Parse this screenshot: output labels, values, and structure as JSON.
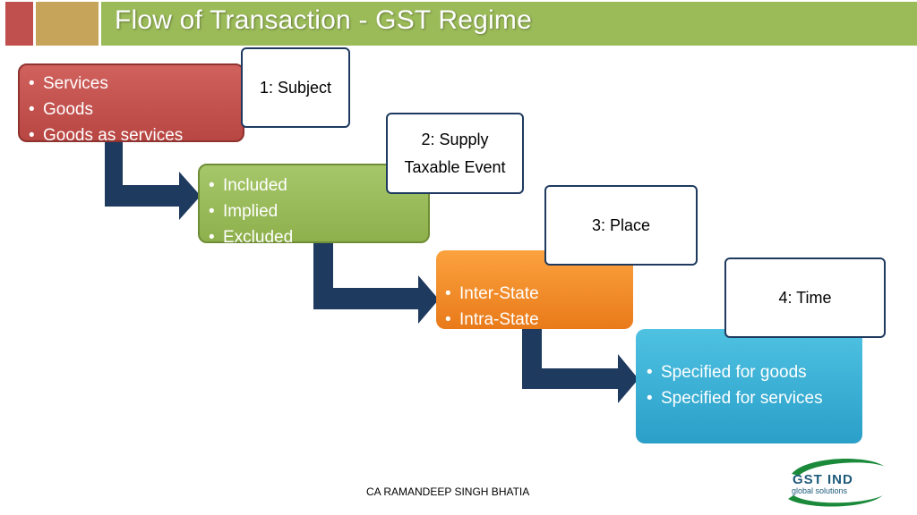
{
  "header": {
    "title": "Flow of Transaction -  GST Regime"
  },
  "stages": [
    {
      "label_lines": [
        "1: Subject"
      ],
      "items": [
        "Services",
        "Goods",
        "Goods as services"
      ]
    },
    {
      "label_lines": [
        "2: Supply",
        "Taxable Event"
      ],
      "items": [
        "Included",
        "Implied",
        "Excluded"
      ]
    },
    {
      "label_lines": [
        "3: Place"
      ],
      "items": [
        "Inter-State",
        "Intra-State"
      ]
    },
    {
      "label_lines": [
        "4: Time"
      ],
      "items": [
        "Specified for goods",
        "Specified for services"
      ]
    }
  ],
  "footer": {
    "author": "CA RAMANDEEP SINGH BHATIA"
  },
  "logo": {
    "name": "GST IND",
    "tagline": "global solutions"
  },
  "colors": {
    "header": "#9bbb59",
    "subject": "#c0504d",
    "supply": "#9bbb59",
    "place": "#f79646",
    "time": "#3cb4d8",
    "arrow": "#1f3a5f"
  }
}
